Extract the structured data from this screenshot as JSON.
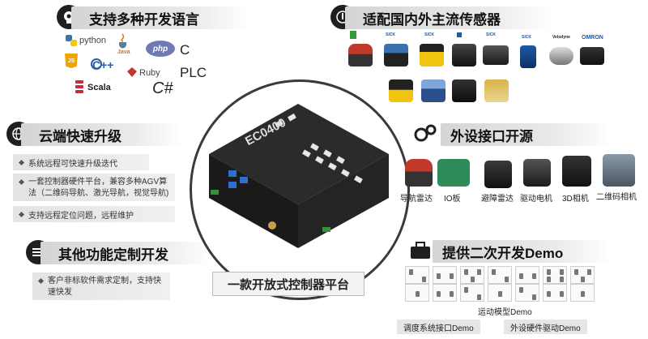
{
  "sections": {
    "languages": {
      "title": "支持多种开发语言",
      "icon": "brain-head-icon"
    },
    "sensors": {
      "title": "适配国内外主流传感器",
      "icon": "hand-touch-icon"
    },
    "cloud": {
      "title": "云端快速升级",
      "icon": "globe-icon",
      "items": [
        "系统远程可快速升级迭代",
        "一套控制器硬件平台，兼容多种AGV算",
        "法（二维码导航、激光导航，视觉导航)",
        "支持远程定位问题，远程维护"
      ]
    },
    "custom": {
      "title": "其他功能定制开发",
      "icon": "list-icon",
      "items": [
        "客户非标软件需求定制，支持快",
        "速快发"
      ]
    },
    "peripherals": {
      "title": "外设接口开源",
      "icon": "gears-icon",
      "items": [
        "导航雷达",
        "IO板",
        "避障雷达",
        "驱动电机",
        "3D相机",
        "二维码相机"
      ]
    },
    "demo": {
      "title": "提供二次开发Demo",
      "icon": "toolbox-icon",
      "motion_label": "运动模型Demo",
      "buttons": [
        "调度系统接口Demo",
        "外设硬件驱动Demo"
      ]
    }
  },
  "languages": {
    "python": "python",
    "java": "Java",
    "php": "php",
    "js": "JS",
    "cpp": "C++",
    "ruby": "Ruby",
    "scala": "Scala",
    "c": "C",
    "plc": "PLC",
    "csharp": "C#"
  },
  "sensor_brands": [
    "SICK",
    "SICK",
    "SICK",
    "SICK",
    "Velodyne",
    "OMRON"
  ],
  "device": {
    "label": "EC0400"
  },
  "platform_label": "一款开放式控制器平台",
  "colors": {
    "accent_red": "#c0392b",
    "dark": "#1f1f1f",
    "bar_gray": "#d4d4d4"
  }
}
